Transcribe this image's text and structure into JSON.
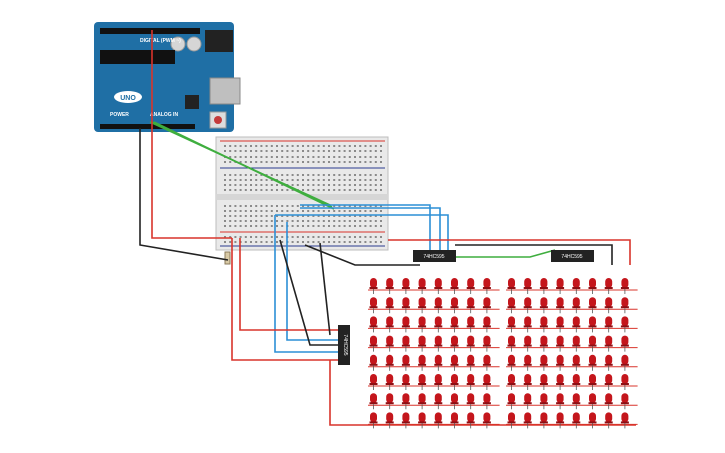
{
  "arduino": {
    "model_label": "UNO",
    "digital_label": "DIGITAL (PWM ~)",
    "analog_label": "ANALOG IN",
    "power_label": "POWER",
    "brand_color": "#1f6fa5"
  },
  "breadboard": {
    "rail_positive_color": "#d9342b",
    "rail_negative_color": "#2b3a8f"
  },
  "shift_registers": [
    {
      "id": "sr-top-left",
      "label": "74HC595"
    },
    {
      "id": "sr-top-right",
      "label": "74HC595"
    },
    {
      "id": "sr-left",
      "label": "74HC595"
    }
  ],
  "led_matrix": {
    "color": "#c4161c",
    "blocks": 2,
    "rows": 8,
    "cols": 8
  },
  "wire_colors": {
    "red": "#d9342b",
    "black": "#222222",
    "blue": "#2c8fd6",
    "green": "#3fae3f"
  }
}
